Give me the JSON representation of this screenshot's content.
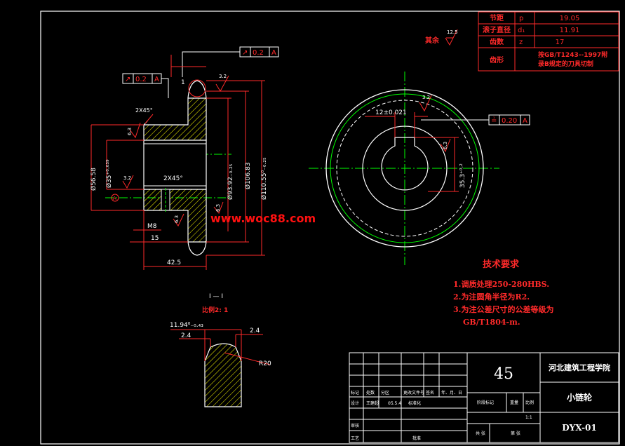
{
  "colors": {
    "background": "#000000",
    "part_outline": "#ffffff",
    "dimension": "#ff2a2a",
    "centerline": "#00ff00",
    "hatch": "#ffff00",
    "frame": "#ffffff",
    "annotation": "#ff4040",
    "watermark": "#ff1010"
  },
  "param_table": {
    "rows": [
      {
        "name": "节距",
        "sym": "p",
        "value": "19.05"
      },
      {
        "name": "滚子直径",
        "sym": "d₁",
        "value": "11.91"
      },
      {
        "name": "齿数",
        "sym": "z",
        "value": "17"
      },
      {
        "name": "齿形",
        "sym": "",
        "value_line1": "按GB/T1243--1997附",
        "value_line2": "录B规定的刀具切制"
      }
    ]
  },
  "surface_rest": {
    "label": "其余",
    "value": "12.5"
  },
  "section_view": {
    "tol_top": {
      "symbol": "↗",
      "value": "0.2",
      "datum": "A"
    },
    "tol_left": {
      "symbol": "↗",
      "value": "0.2",
      "datum": "A"
    },
    "rough_top": "3.2",
    "detail_mark": "1",
    "chamfer_top": "2X45°",
    "chamfer_bore": "2X45°",
    "rough_left": "6.3",
    "rough_bore": "3.2",
    "rough_right": "6.3",
    "rough_keyway": "6.3",
    "datum_letter": "A",
    "dim_hub": "Ø56.58",
    "dim_bore": "Ø35⁺⁰·⁰³⁹",
    "dim_root": "Ø93.92₋₀.₂₅",
    "dim_root2": "Ø106.83",
    "dim_outer": "Ø110.55⁰₋₀.₂₅",
    "dim_m8": "M8",
    "dim_15": "15",
    "dim_42_5": "42.5"
  },
  "front_view": {
    "rough": "3.2",
    "dim_key": "12±0.021",
    "tol": {
      "symbol": "≟",
      "value": "0.20",
      "datum": "A"
    },
    "dim_keydepth": "35.3⁺⁰·²",
    "rough_key": "6.3"
  },
  "watermark": "www.woc88.com",
  "tech_req": {
    "title": "技术要求",
    "items": [
      "1.调质处理250-280HBS.",
      "2.为注圆角半径为R2.",
      "3.为注公差尺寸的公差等级为",
      "GB/T1804-m."
    ]
  },
  "detail_view": {
    "label": "I — I",
    "scale": "比例2: 1",
    "dim_width": "11.94⁰₋₀.₄₃",
    "dim_left": "2.4",
    "dim_right": "2.4",
    "dim_radius": "R20"
  },
  "title_block": {
    "material": "45",
    "school": "河北建筑工程学院",
    "part_name": "小链轮",
    "drawing_no": "DYX-01",
    "h_mark": "标记",
    "h_count": "处数",
    "h_zone": "分区",
    "h_change": "更改文件号",
    "h_sign": "签名",
    "h_date": "年、月、日",
    "r_design": "设计",
    "r_designer": "王建超",
    "r_date": "05.5.4",
    "r_std": "标准化",
    "r_review": "审核",
    "r_process": "工艺",
    "r_approve": "批准",
    "stage": "阶段标记",
    "weight": "重量",
    "scale_h": "比例",
    "scale_v": "1:1",
    "sheets": "共 张",
    "sheet": "第 张"
  }
}
